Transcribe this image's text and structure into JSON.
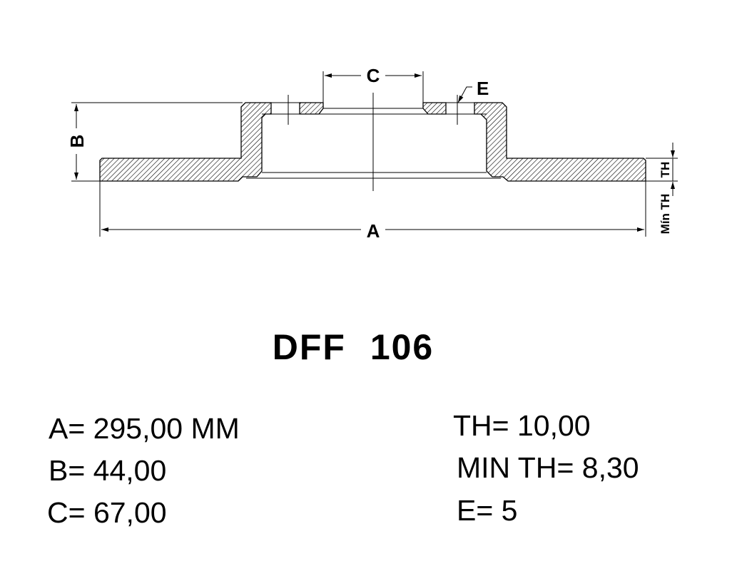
{
  "drawing": {
    "labels": {
      "a": "A",
      "b": "B",
      "c": "C",
      "e": "E",
      "th": "TH",
      "min_th": "Mín TH"
    }
  },
  "title": "DFF  106",
  "specs": {
    "a": "A= 295,00 MM",
    "b": "B= 44,00",
    "c": "C= 67,00",
    "th": "TH= 10,00",
    "min_th": "MIN TH= 8,30",
    "e": "E= 5"
  }
}
